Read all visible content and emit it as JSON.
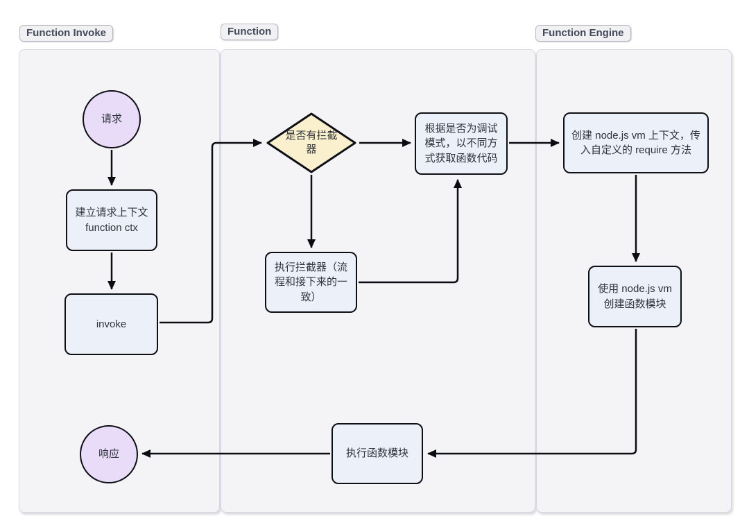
{
  "lanes": [
    {
      "label": "Function Invoke"
    },
    {
      "label": "Function"
    },
    {
      "label": "Function Engine"
    }
  ],
  "nodes": {
    "request": {
      "label": "请求",
      "shape": "circle",
      "lane": "Function Invoke"
    },
    "build_ctx": {
      "label": "建立请求上下文 function ctx",
      "shape": "rect",
      "lane": "Function Invoke"
    },
    "invoke": {
      "label": "invoke",
      "shape": "rect",
      "lane": "Function Invoke"
    },
    "has_interceptor": {
      "label": "是否有拦截器",
      "shape": "diamond",
      "lane": "Function"
    },
    "run_interceptor": {
      "label": "执行拦截器（流程和接下来的一致）",
      "shape": "rect",
      "lane": "Function"
    },
    "get_code": {
      "label": "根据是否为调试模式，以不同方式获取函数代码",
      "shape": "rect",
      "lane": "Function"
    },
    "create_vm_ctx": {
      "label": "创建 node.js vm 上下文，传入自定义的 require 方法",
      "shape": "rect",
      "lane": "Function Engine"
    },
    "create_module": {
      "label": "使用 node.js vm 创建函数模块",
      "shape": "rect",
      "lane": "Function Engine"
    },
    "exec_module": {
      "label": "执行函数模块",
      "shape": "rect",
      "lane": "Function"
    },
    "response": {
      "label": "响应",
      "shape": "circle",
      "lane": "Function Invoke"
    }
  },
  "edges": [
    {
      "from": "request",
      "to": "build_ctx"
    },
    {
      "from": "build_ctx",
      "to": "invoke"
    },
    {
      "from": "invoke",
      "to": "has_interceptor"
    },
    {
      "from": "has_interceptor",
      "to": "get_code"
    },
    {
      "from": "has_interceptor",
      "to": "run_interceptor"
    },
    {
      "from": "run_interceptor",
      "to": "get_code"
    },
    {
      "from": "get_code",
      "to": "create_vm_ctx"
    },
    {
      "from": "create_vm_ctx",
      "to": "create_module"
    },
    {
      "from": "create_module",
      "to": "exec_module"
    },
    {
      "from": "exec_module",
      "to": "response"
    }
  ],
  "colors": {
    "process_fill": "#ecf0f9",
    "decision_fill": "#faf0cd",
    "terminal_fill": "#e8dcf8",
    "node_border": "#0d0f14",
    "lane_fill": "#f4f4f6",
    "lane_border": "#d6d6de",
    "edge": "#0b0d12"
  }
}
